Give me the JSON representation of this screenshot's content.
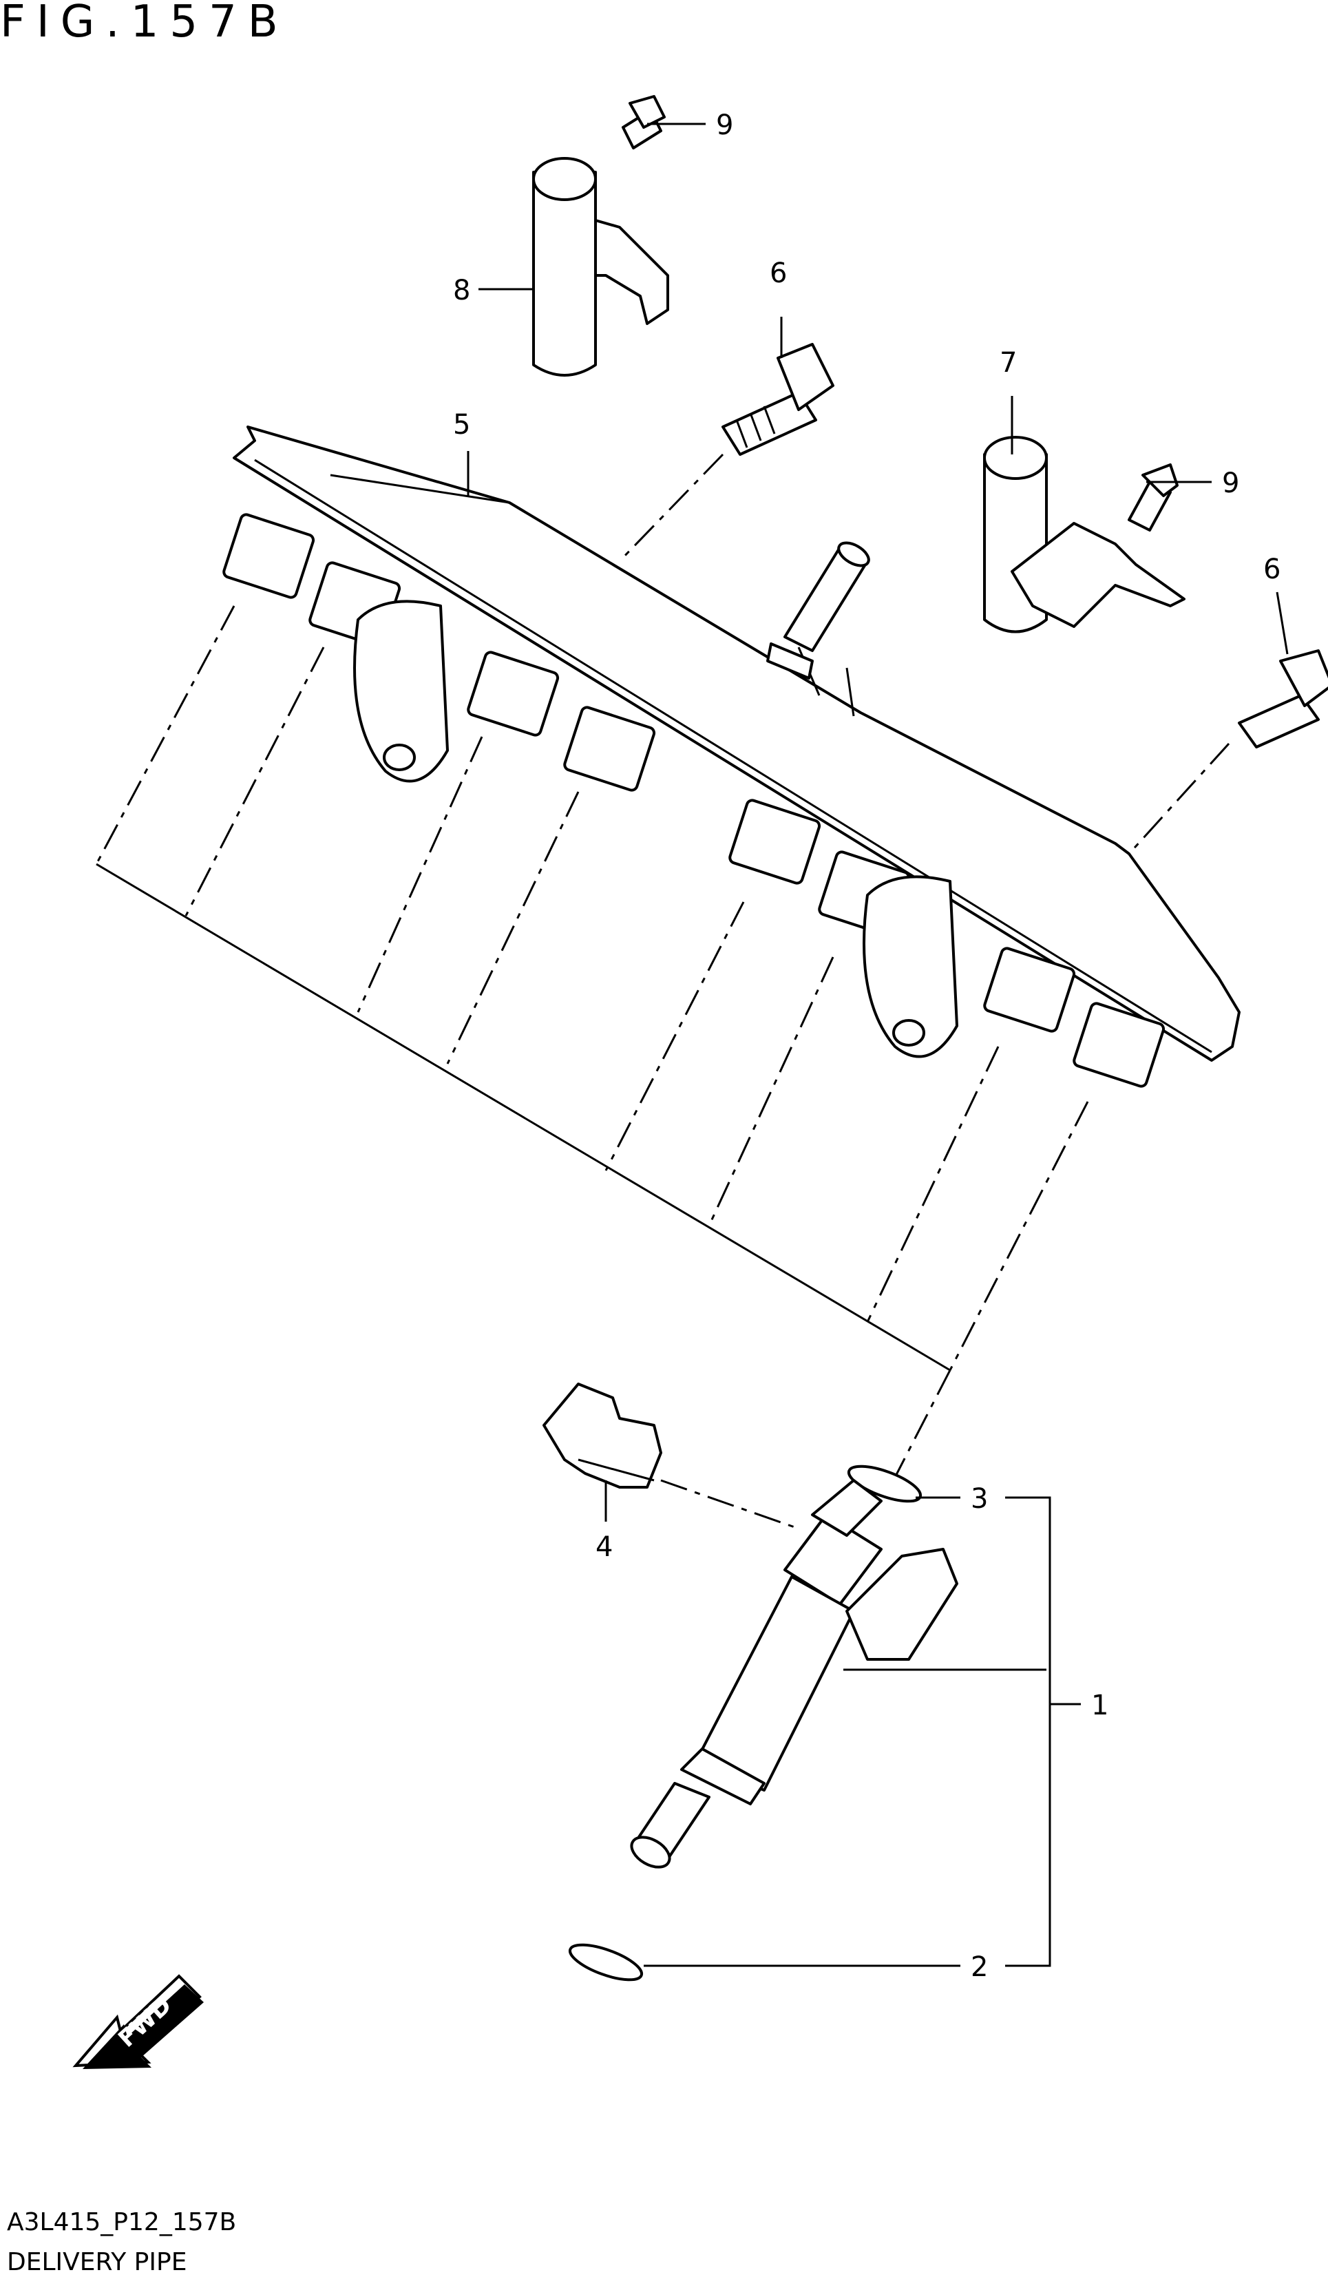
{
  "figure": {
    "title": "FIG.157B"
  },
  "callouts": {
    "c1": "1",
    "c2": "2",
    "c3": "3",
    "c4": "4",
    "c5": "5",
    "c6a": "6",
    "c6b": "6",
    "c7": "7",
    "c8": "8",
    "c9a": "9",
    "c9b": "9"
  },
  "fwd_badge": "FWD",
  "footer": {
    "code": "A3L415_P12_157B",
    "name": "DELIVERY PIPE"
  }
}
